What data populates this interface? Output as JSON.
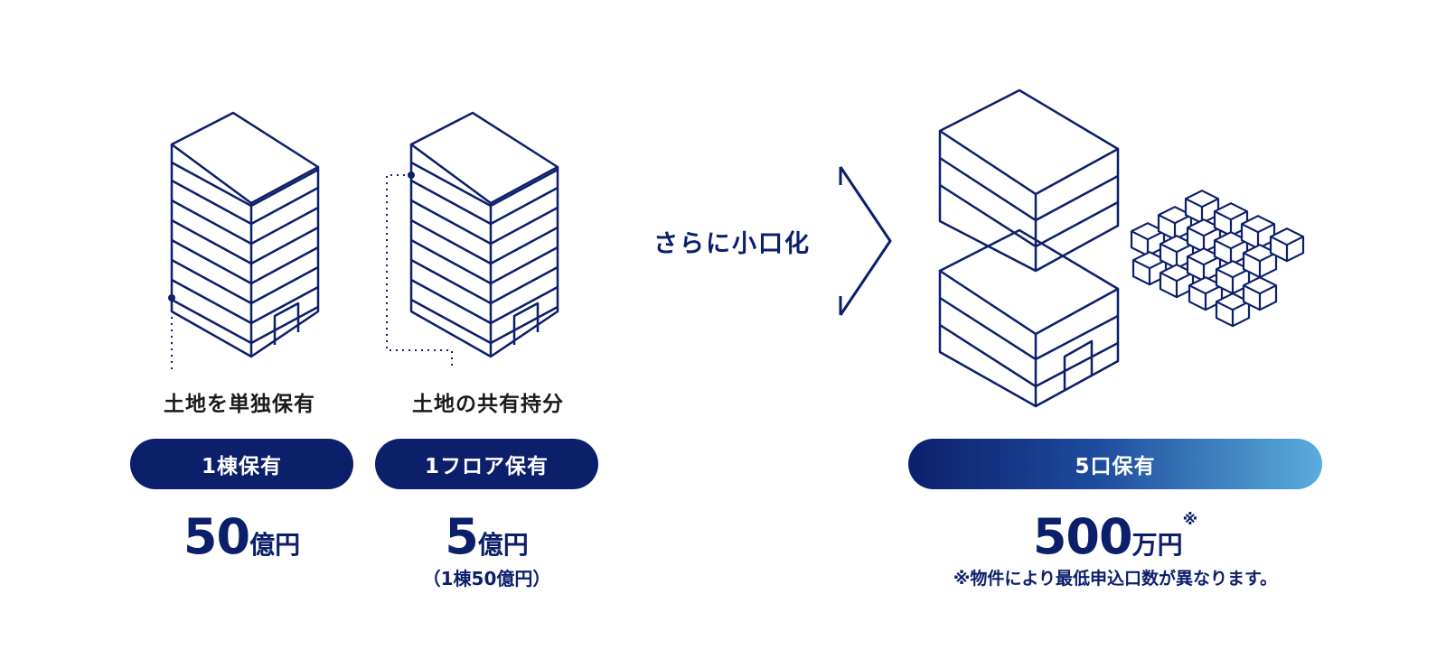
{
  "accent_color": "#0b1f6b",
  "gradient_end_color": "#5aaddc",
  "icons": [
    "building-icon",
    "building-icon",
    "arrow-right-icon",
    "stacked-buildings-icon",
    "small-cubes-icon"
  ],
  "left": {
    "caption": "土地を単独保有",
    "pill": "1棟保有",
    "price_number": "50",
    "price_unit": "億円"
  },
  "middle": {
    "caption": "土地の共有持分",
    "pill": "1フロア保有",
    "price_number": "5",
    "price_unit": "億円",
    "price_note": "（1棟50億円）"
  },
  "arrow": {
    "label": "さらに小口化"
  },
  "right": {
    "pill": "5口保有",
    "price_number": "500",
    "price_unit": "万円",
    "price_mark": "※",
    "note": "※物件により最低申込口数が異なります。"
  }
}
